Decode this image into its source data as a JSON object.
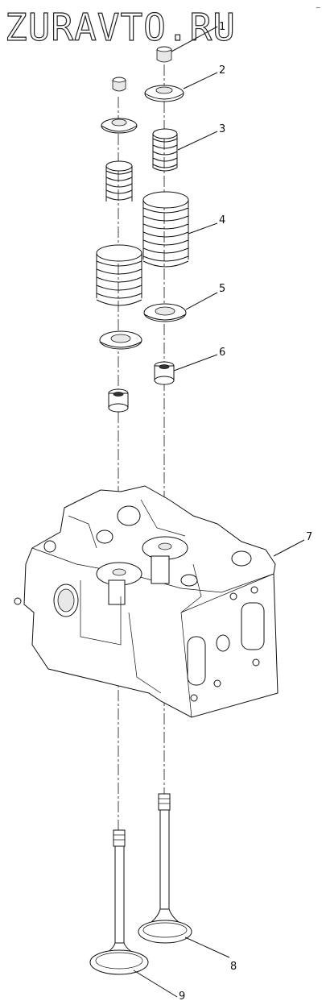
{
  "watermark": {
    "site": "ZURAVTO.RU",
    "corner_mark": "~"
  },
  "callouts": [
    {
      "id": "1"
    },
    {
      "id": "2"
    },
    {
      "id": "3"
    },
    {
      "id": "4"
    },
    {
      "id": "5"
    },
    {
      "id": "6"
    },
    {
      "id": "7"
    },
    {
      "id": "8"
    },
    {
      "id": "9"
    }
  ]
}
